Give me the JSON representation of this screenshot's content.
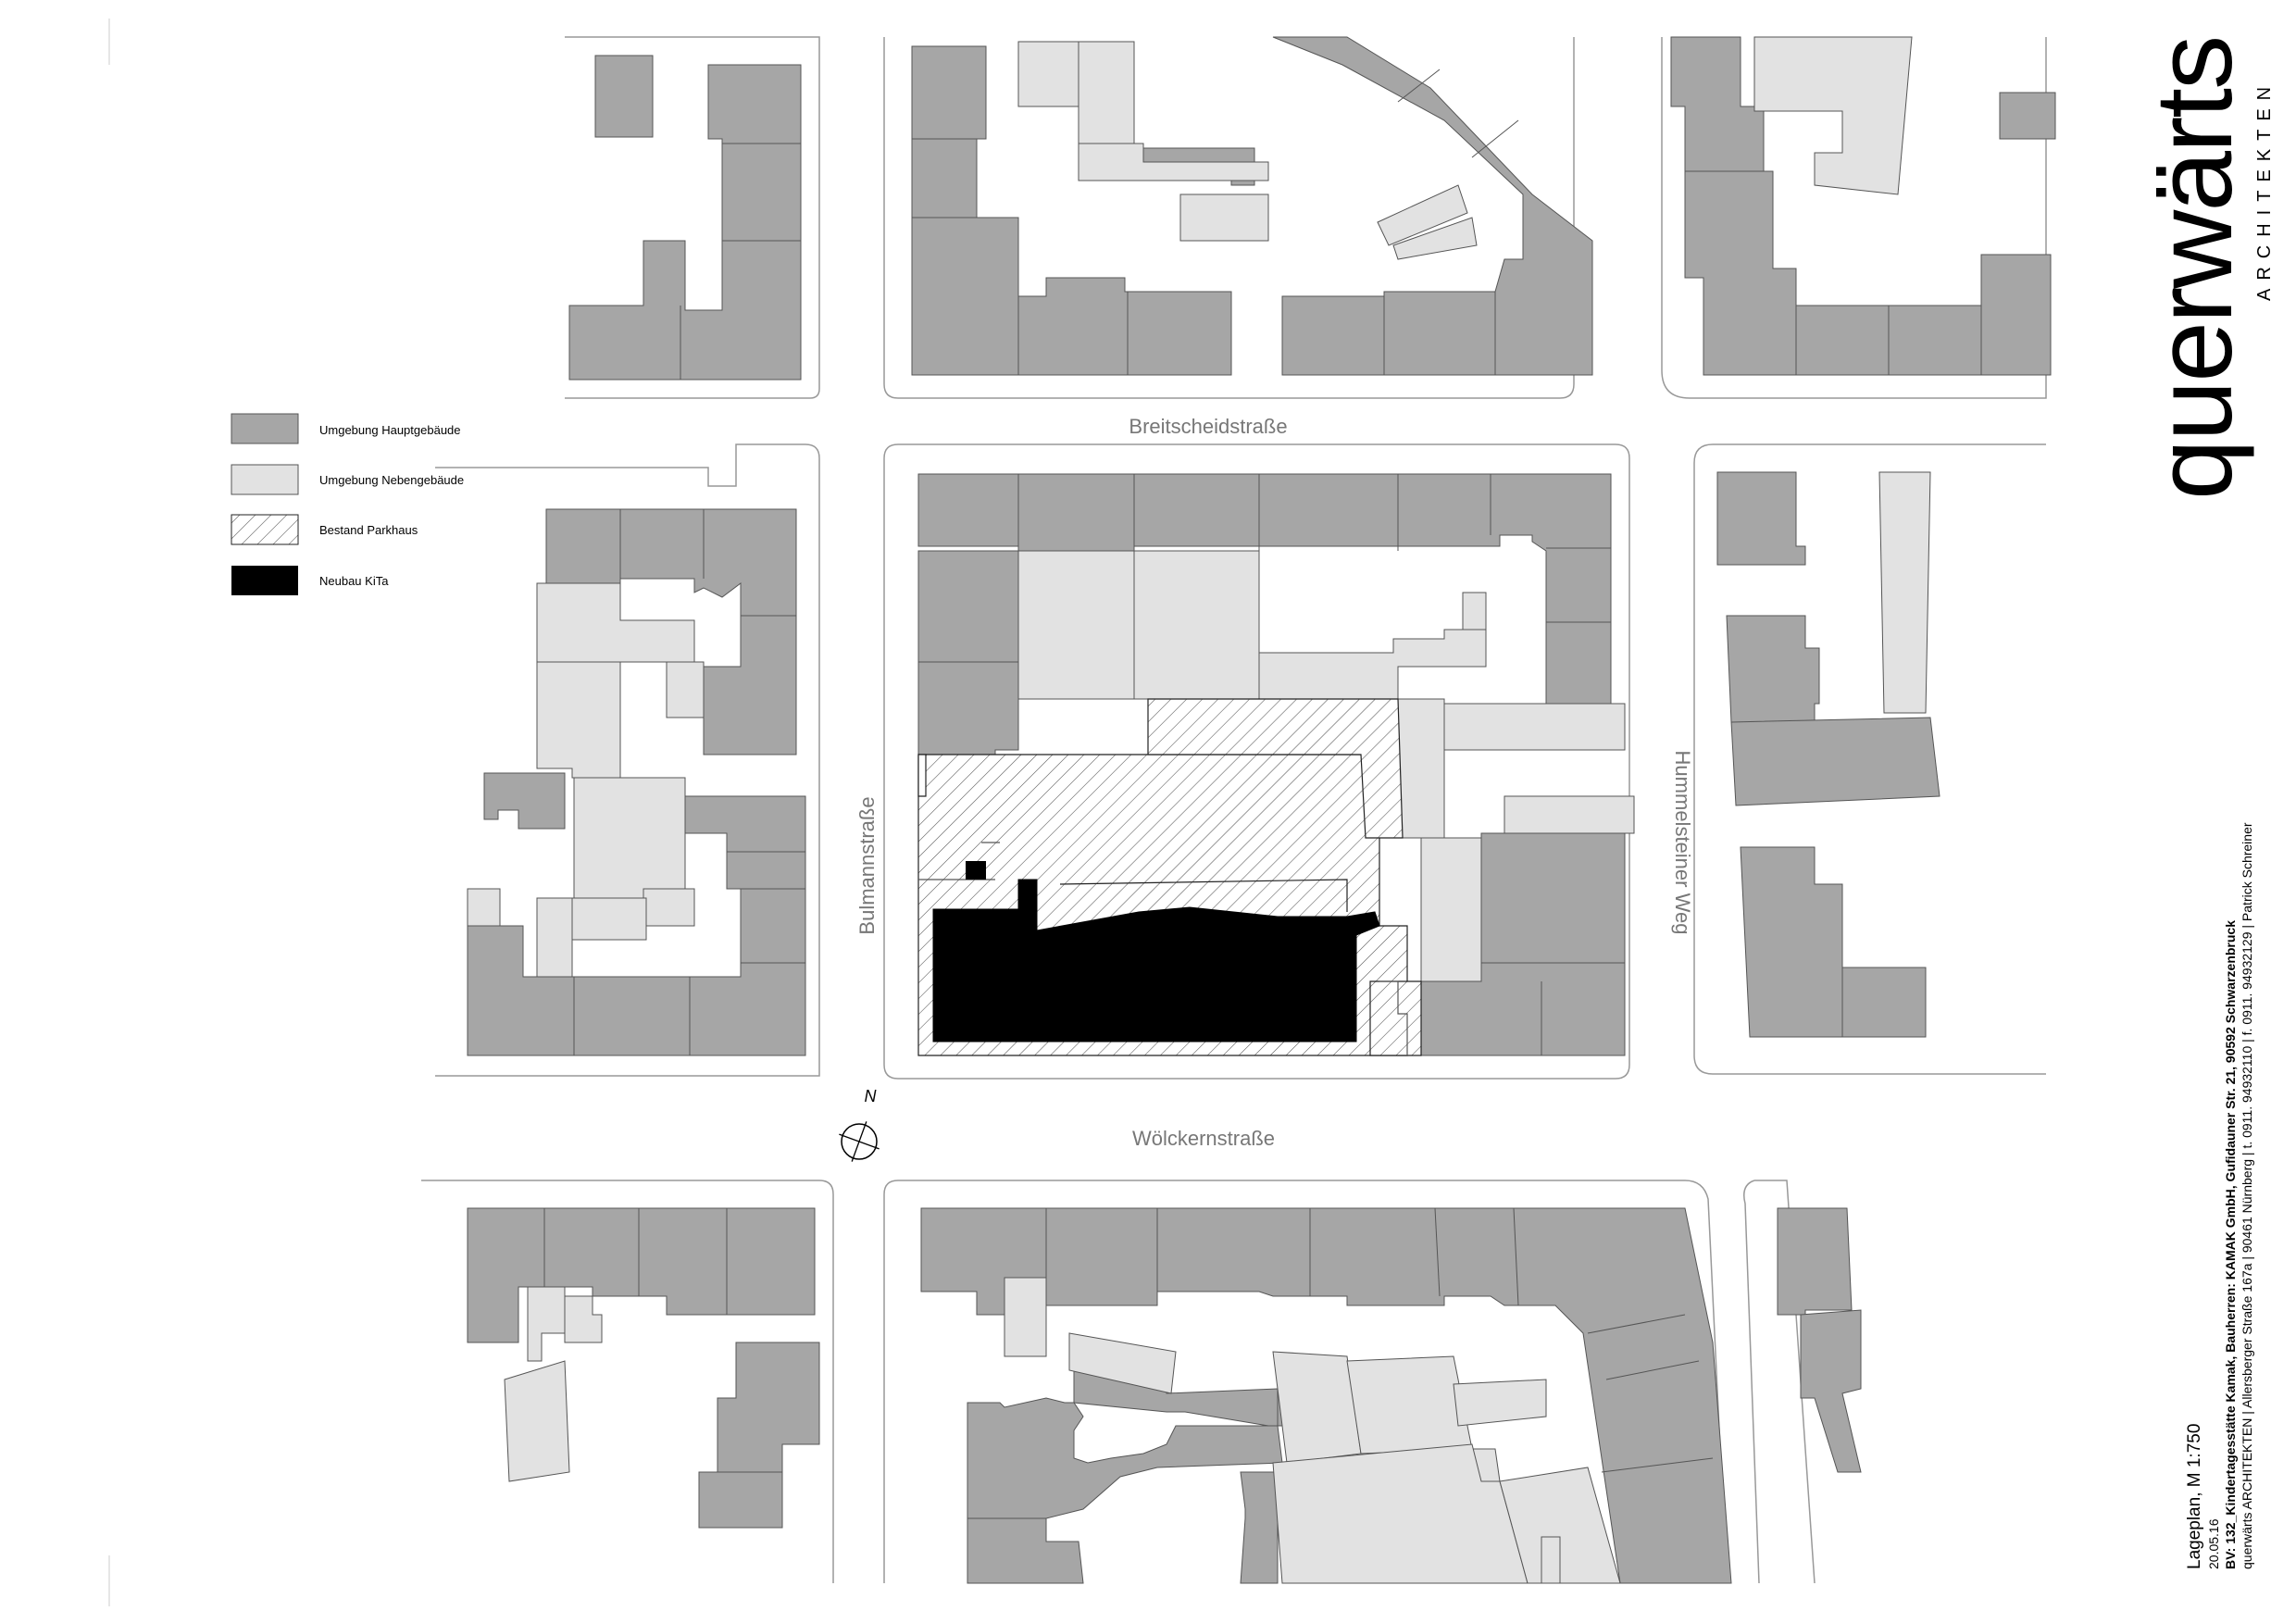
{
  "legend": {
    "items": [
      {
        "key": "haupt",
        "label": "Umgebung Hauptgebäude"
      },
      {
        "key": "neben",
        "label": "Umgebung Nebengebäude"
      },
      {
        "key": "parkhaus",
        "label": "Bestand Parkhaus"
      },
      {
        "key": "kita",
        "label": "Neubau KiTa"
      }
    ]
  },
  "streets": {
    "breitscheid": "Breitscheidstraße",
    "woelckern": "Wölckernstraße",
    "bulmann": "Bulmannstraße",
    "hummelsteiner": "Hummelsteiner Weg"
  },
  "north_arrow": {
    "label": "N"
  },
  "title_block": {
    "title": "Lageplan, M 1:750",
    "date": "20.05.16",
    "project": "BV: 132_Kindertagesstätte Kamak, Bauherren: KAMAK GmbH, Gufidauner Str. 21, 90592 Schwarzenbruck",
    "office": "querwärts ARCHITEKTEN | Allersberger Straße 167a | 90461 Nürnberg | t. 0911. 94932110 | f. 0911. 94932129 | Patrick Schreiner"
  },
  "logo": {
    "main": "querwärts",
    "sub": "ARCHITEKTEN"
  },
  "colors": {
    "haupt": "#a6a6a6",
    "neben": "#e2e2e2",
    "kita": "#000000",
    "outline": "#555555",
    "street_text": "#777777"
  }
}
